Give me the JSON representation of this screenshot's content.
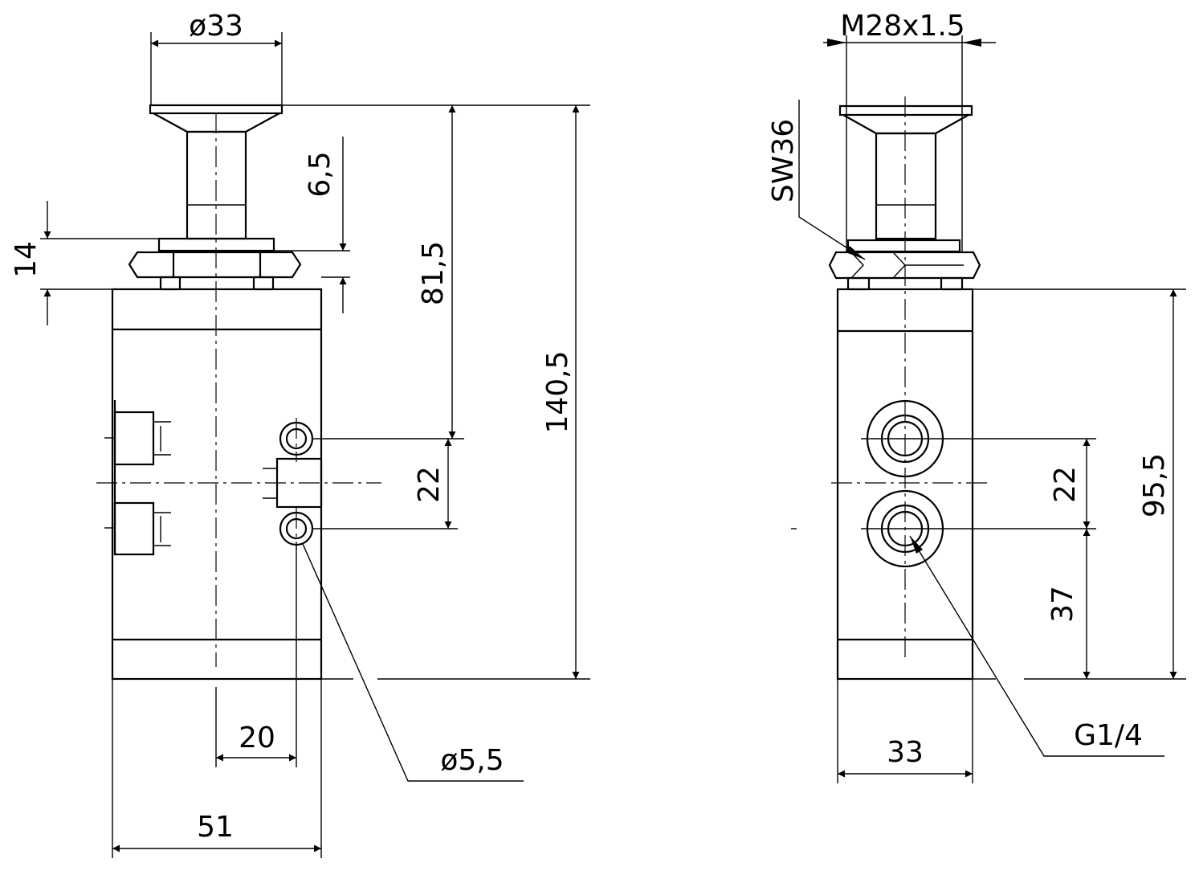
{
  "dimensions": {
    "front": {
      "cap_diameter": "ø33",
      "nut_height": "14",
      "stroke": "6,5",
      "cap_to_port": "81,5",
      "overall_height": "140,5",
      "port_spacing": "22",
      "mount_offset": "20",
      "hole_diameter": "ø5,5",
      "body_width": "51"
    },
    "side": {
      "thread": "M28x1.5",
      "wrench_size": "SW36",
      "port_spacing": "22",
      "port_height": "37",
      "body_height": "95,5",
      "port_thread": "G1/4",
      "body_width": "33"
    }
  }
}
